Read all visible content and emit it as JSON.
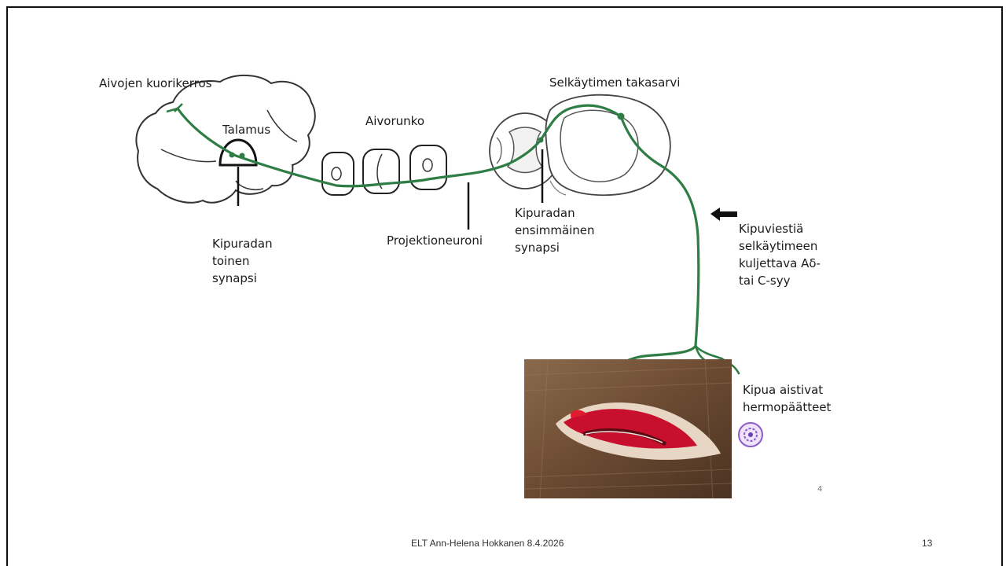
{
  "labels": {
    "cortex": "Aivojen kuorikerros",
    "thalamus": "Talamus",
    "brainstem": "Aivorunko",
    "dorsal_horn": "Selkäytimen takasarvi",
    "second_synapse": [
      "Kipuradan",
      "toinen",
      "synapsi"
    ],
    "projection_neuron": "Projektioneuroni",
    "first_synapse": [
      "Kipuradan",
      "ensimmäinen",
      "synapsi"
    ],
    "fiber": [
      "Kipuviestiä",
      "selkäytimeen",
      "kuljettava Aδ-",
      "tai C-syy"
    ],
    "receptors": [
      "Kipua aistivat",
      "hermopäätteet"
    ],
    "image_ref": "4"
  },
  "footer": {
    "author": "ELT Ann-Helena Hokkanen 8.4.2026",
    "page_number": "13"
  },
  "colors": {
    "nerve": "#2e7d45",
    "outline": "#333333",
    "blood": "#c8102e",
    "fur": "#6b4a32",
    "receptor": "#8a5cc7"
  },
  "icons": {
    "arrow": "left-arrow-icon",
    "receptor": "nerve-ending-icon"
  }
}
